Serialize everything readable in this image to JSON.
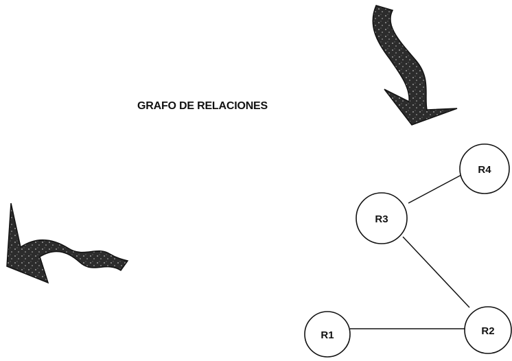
{
  "title": "GRAFO DE RELACIONES",
  "nodes": [
    {
      "id": "R1",
      "label": "R1"
    },
    {
      "id": "R2",
      "label": "R2"
    },
    {
      "id": "R3",
      "label": "R3"
    },
    {
      "id": "R4",
      "label": "R4"
    }
  ],
  "edges": [
    {
      "from": "R1",
      "to": "R2"
    },
    {
      "from": "R2",
      "to": "R3"
    },
    {
      "from": "R3",
      "to": "R4"
    }
  ],
  "decorations": [
    {
      "name": "arrow-down-icon",
      "direction": "down"
    },
    {
      "name": "arrow-left-icon",
      "direction": "left"
    }
  ],
  "colors": {
    "arrow": "#2a2a2a",
    "node_stroke": "#111111",
    "node_fill": "#ffffff"
  }
}
